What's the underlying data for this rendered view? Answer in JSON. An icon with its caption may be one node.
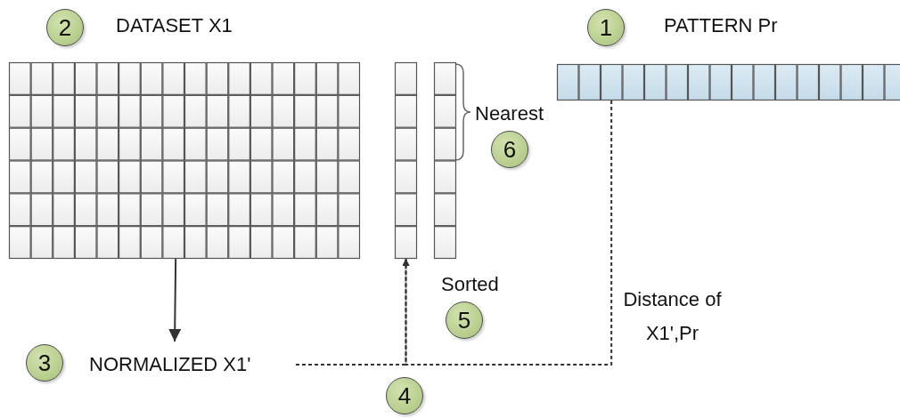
{
  "diagram": {
    "nodes": [
      {
        "text": [
          "2"
        ]
      },
      {
        "text": [],
        "shape": "box",
        "beside": [
          "DATASET X1"
        ]
      },
      {
        "text": [
          "1"
        ]
      },
      {
        "text": [],
        "shape": "box",
        "beside": [
          "PATTERN Pr"
        ]
      },
      {
        "text": [],
        "shape": "box"
      },
      {
        "text": [],
        "shape": "box"
      },
      {
        "text": [
          "6"
        ]
      },
      {
        "text": [
          "5"
        ]
      },
      {
        "text": [
          "3"
        ]
      },
      {
        "text": [
          "NORMALIZED X1'"
        ]
      },
      {
        "text": [
          "4"
        ]
      }
    ],
    "edges": [
      {
        "from": 1,
        "to": 9,
        "arrow": "to"
      },
      {
        "from": 3,
        "to": 4,
        "arrow": "to",
        "style": "dashed",
        "label": "Distance of X1',Pr"
      },
      {
        "from": 9,
        "to": 4,
        "arrow": "to",
        "style": "dashed"
      }
    ],
    "labels": [
      "Nearest",
      "Sorted"
    ]
  }
}
